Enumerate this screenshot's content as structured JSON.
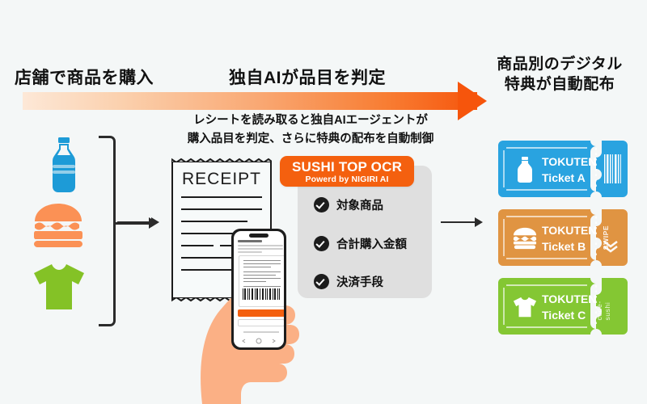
{
  "headings": {
    "left": "店舗で商品を購入",
    "middle": "独自AIが品目を判定",
    "right_line1": "商品別のデジタル",
    "right_line2": "特典が自動配布"
  },
  "caption": {
    "line1": "レシートを読み取ると独自AIエージェントが",
    "line2": "購入品目を判定、さらに特典の配布を自動制御"
  },
  "products": [
    {
      "name": "bottle",
      "color": "#1d9bd7"
    },
    {
      "name": "burger",
      "color": "#fb9155"
    },
    {
      "name": "tshirt",
      "color": "#84c226"
    }
  ],
  "receipt": {
    "title": "RECEIPT"
  },
  "phone": {
    "primary_button": "",
    "secondary_button": ""
  },
  "badge": {
    "title": "SUSHI TOP OCR",
    "subtitle": "Powerd by NIGIRI AI",
    "color": "#f4600f"
  },
  "checklist": [
    {
      "label": "対象商品"
    },
    {
      "label": "合計購入金額"
    },
    {
      "label": "決済手段"
    }
  ],
  "tickets": [
    {
      "line1": "TOKUTEN",
      "line2": "Ticket A",
      "stub_text": "",
      "color": "#29a3e0",
      "icon": "bottle-icon"
    },
    {
      "line1": "TOKUTEN",
      "line2": "Ticket B",
      "stub_text": "SWIPE",
      "color": "#e09442",
      "icon": "burger-icon"
    },
    {
      "line1": "TOKUTEN",
      "line2": "Ticket C",
      "stub_text": "code-sushi",
      "color": "#84c733",
      "icon": "tshirt-icon"
    }
  ],
  "colors": {
    "background": "#f4f7f7",
    "accent_orange": "#f6550c",
    "card_gray": "#dfdfdf",
    "ink": "#111111",
    "skin": "#fbb085"
  }
}
